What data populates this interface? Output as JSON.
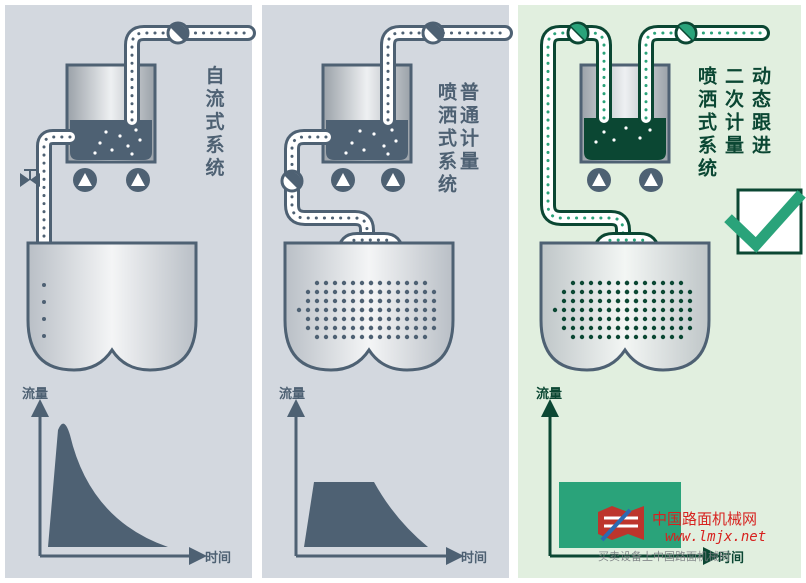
{
  "panels": [
    {
      "title_lines": [
        "自",
        "流",
        "式",
        "系",
        "统"
      ],
      "flow_label": "流量",
      "time_label": "时间"
    },
    {
      "title_lines": [
        "普通计量",
        "喷洒式系统"
      ],
      "flow_label": "流量",
      "time_label": "时间"
    },
    {
      "title_lines": [
        "动态跟进",
        "二次计量",
        "喷洒式系统"
      ],
      "flow_label": "流量",
      "time_label": "时间"
    }
  ],
  "watermark": {
    "line1": "中国路面机械网",
    "line2": "www.lmjx.net",
    "line3": "买卖设备上中国路面机械网"
  },
  "colors": {
    "panel_bg": "#d3d8df",
    "panel_green_bg": "#e1efdf",
    "dark_slate": "#4e6173",
    "dark_green": "#0b4733",
    "accent_green": "#2aa37a",
    "watermark_red": "#d7221f"
  }
}
